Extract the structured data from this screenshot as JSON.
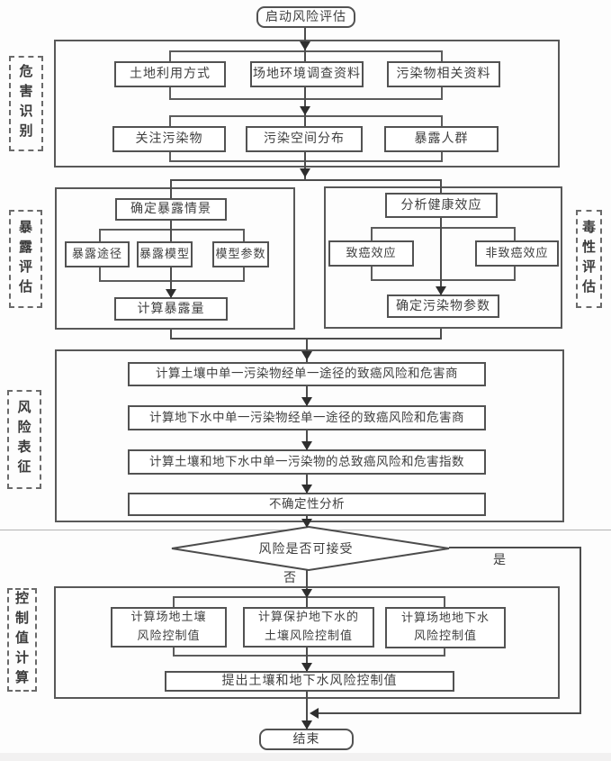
{
  "colors": {
    "background": "#fdfdfd",
    "line": "#4c4c4c",
    "box_border": "#525252",
    "text": "#3d3d3d",
    "bottom_band": "#f2f1f1"
  },
  "nodes": {
    "start": "启动风险评估",
    "end": "结束",
    "s1": {
      "label": "危害识别",
      "r1c1": "土地利用方式",
      "r1c2": "场地环境调查资料",
      "r1c3": "污染物相关资料",
      "r2c1": "关注污染物",
      "r2c2": "污染空间分布",
      "r2c3": "暴露人群"
    },
    "s2l": {
      "label": "暴露评估",
      "top": "确定暴露情景",
      "m1": "暴露途径",
      "m2": "暴露模型",
      "m3": "模型参数",
      "bottom": "计算暴露量"
    },
    "s2r": {
      "label": "毒性评估",
      "top": "分析健康效应",
      "m1": "致癌效应",
      "m2": "非致癌效应",
      "bottom": "确定污染物参数"
    },
    "s3": {
      "label": "风险表征",
      "step1": "计算土壤中单一污染物经单一途径的致癌风险和危害商",
      "step2": "计算地下水中单一污染物经单一途径的致癌风险和危害商",
      "step3": "计算土壤和地下水中单一污染物的总致癌风险和危害指数",
      "step4": "不确定性分析"
    },
    "decision": {
      "label": "风险是否可接受",
      "yes": "是",
      "no": "否"
    },
    "s4": {
      "label": "控制值计算",
      "b1a": "计算场地土壤",
      "b1b": "风险控制值",
      "b2a": "计算保护地下水的",
      "b2b": "土壤风险控制值",
      "b3a": "计算场地地下水",
      "b3b": "风险控制值",
      "summary": "提出土壤和地下水风险控制值"
    }
  }
}
